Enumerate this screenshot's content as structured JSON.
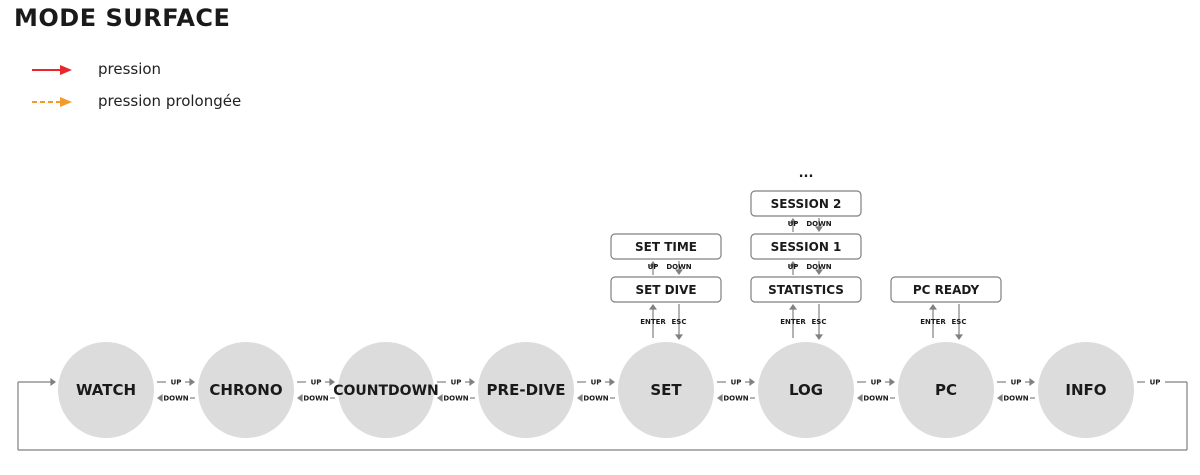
{
  "title": "MODE SURFACE",
  "legend": {
    "press": {
      "label": "pression",
      "color": "#e8262b",
      "style": "solid"
    },
    "long_press": {
      "label": "pression prolongée",
      "color": "#f39a2b",
      "style": "dashed"
    }
  },
  "colors": {
    "circle_fill": "#dcdcdc",
    "stroke": "#808080",
    "text": "#1a1a1a"
  },
  "main_modes": [
    "WATCH",
    "CHRONO",
    "COUNTDOWN",
    "PRE-DIVE",
    "SET",
    "LOG",
    "PC",
    "INFO"
  ],
  "main_links": {
    "forward": "UP",
    "backward": "DOWN"
  },
  "loop_label": "UP",
  "submenus": [
    {
      "parent": "SET",
      "entry": {
        "forward": "ENTER",
        "back": "ESC"
      },
      "items": [
        "SET DIVE",
        "SET TIME"
      ],
      "links": {
        "forward": "UP",
        "backward": "DOWN"
      },
      "more": ""
    },
    {
      "parent": "LOG",
      "entry": {
        "forward": "ENTER",
        "back": "ESC"
      },
      "items": [
        "STATISTICS",
        "SESSION 1",
        "SESSION 2"
      ],
      "links": {
        "forward": "UP",
        "backward": "DOWN"
      },
      "more": "..."
    },
    {
      "parent": "PC",
      "entry": {
        "forward": "ENTER",
        "back": "ESC"
      },
      "items": [
        "PC READY"
      ],
      "links": {
        "forward": "UP",
        "backward": "DOWN"
      },
      "more": ""
    }
  ]
}
